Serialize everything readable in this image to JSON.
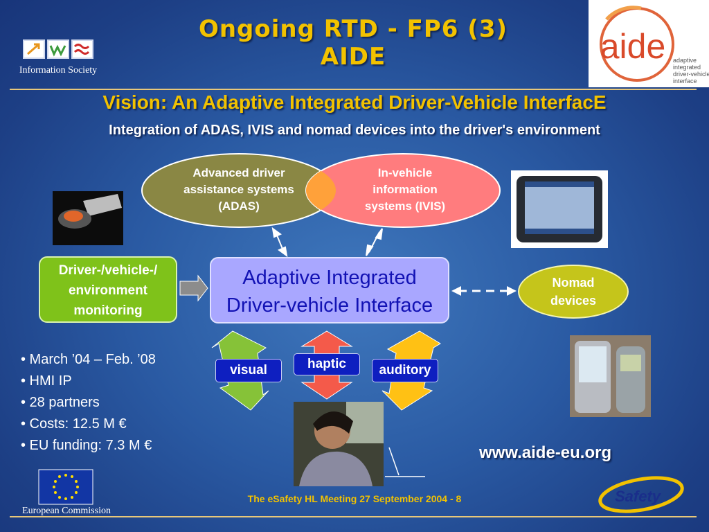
{
  "title": {
    "line1": "Ongoing RTD - FP6 (3)",
    "line2": "AIDE"
  },
  "logos": {
    "information_society": "Information Society",
    "european_commission": "European Commission",
    "aide_word": "aide",
    "aide_tagline": [
      "adaptive",
      "integrated",
      "driver-vehicle",
      "interface"
    ],
    "esafety": "Safety"
  },
  "vision": "Vision: An Adaptive Integrated Driver-Vehicle InterfacE",
  "integration": "Integration of ADAS, IVIS and nomad devices into the driver's environment",
  "diagram": {
    "adas": [
      "Advanced driver",
      "assistance systems",
      "(ADAS)"
    ],
    "ivis": [
      "In-vehicle",
      "information",
      "systems (IVIS)"
    ],
    "monitoring": [
      "Driver-/vehicle-/",
      "environment",
      "monitoring"
    ],
    "interface": [
      "Adaptive Integrated",
      "Driver-vehicle Interface"
    ],
    "nomad": [
      "Nomad",
      "devices"
    ],
    "modalities": {
      "visual": "visual",
      "haptic": "haptic",
      "auditory": "auditory"
    }
  },
  "bullets": [
    "• March ’04 – Feb. ’08",
    "• HMI IP",
    "• 28 partners",
    "• Costs: 12.5 M €",
    "• EU funding: 7.3 M €"
  ],
  "url": "www.aide-eu.org",
  "footer": "The eSafety HL Meeting 27 September 2004 - 8",
  "colors": {
    "accent_yellow": "#f2c200",
    "adas": "#8a8744",
    "ivis": "#ff7c7e",
    "overlap": "#ffa13a",
    "monitoring": "#7fc21a",
    "interface": "#a9a7ff",
    "nomad": "#c5c51b",
    "modality_button": "#0e1fc0"
  }
}
